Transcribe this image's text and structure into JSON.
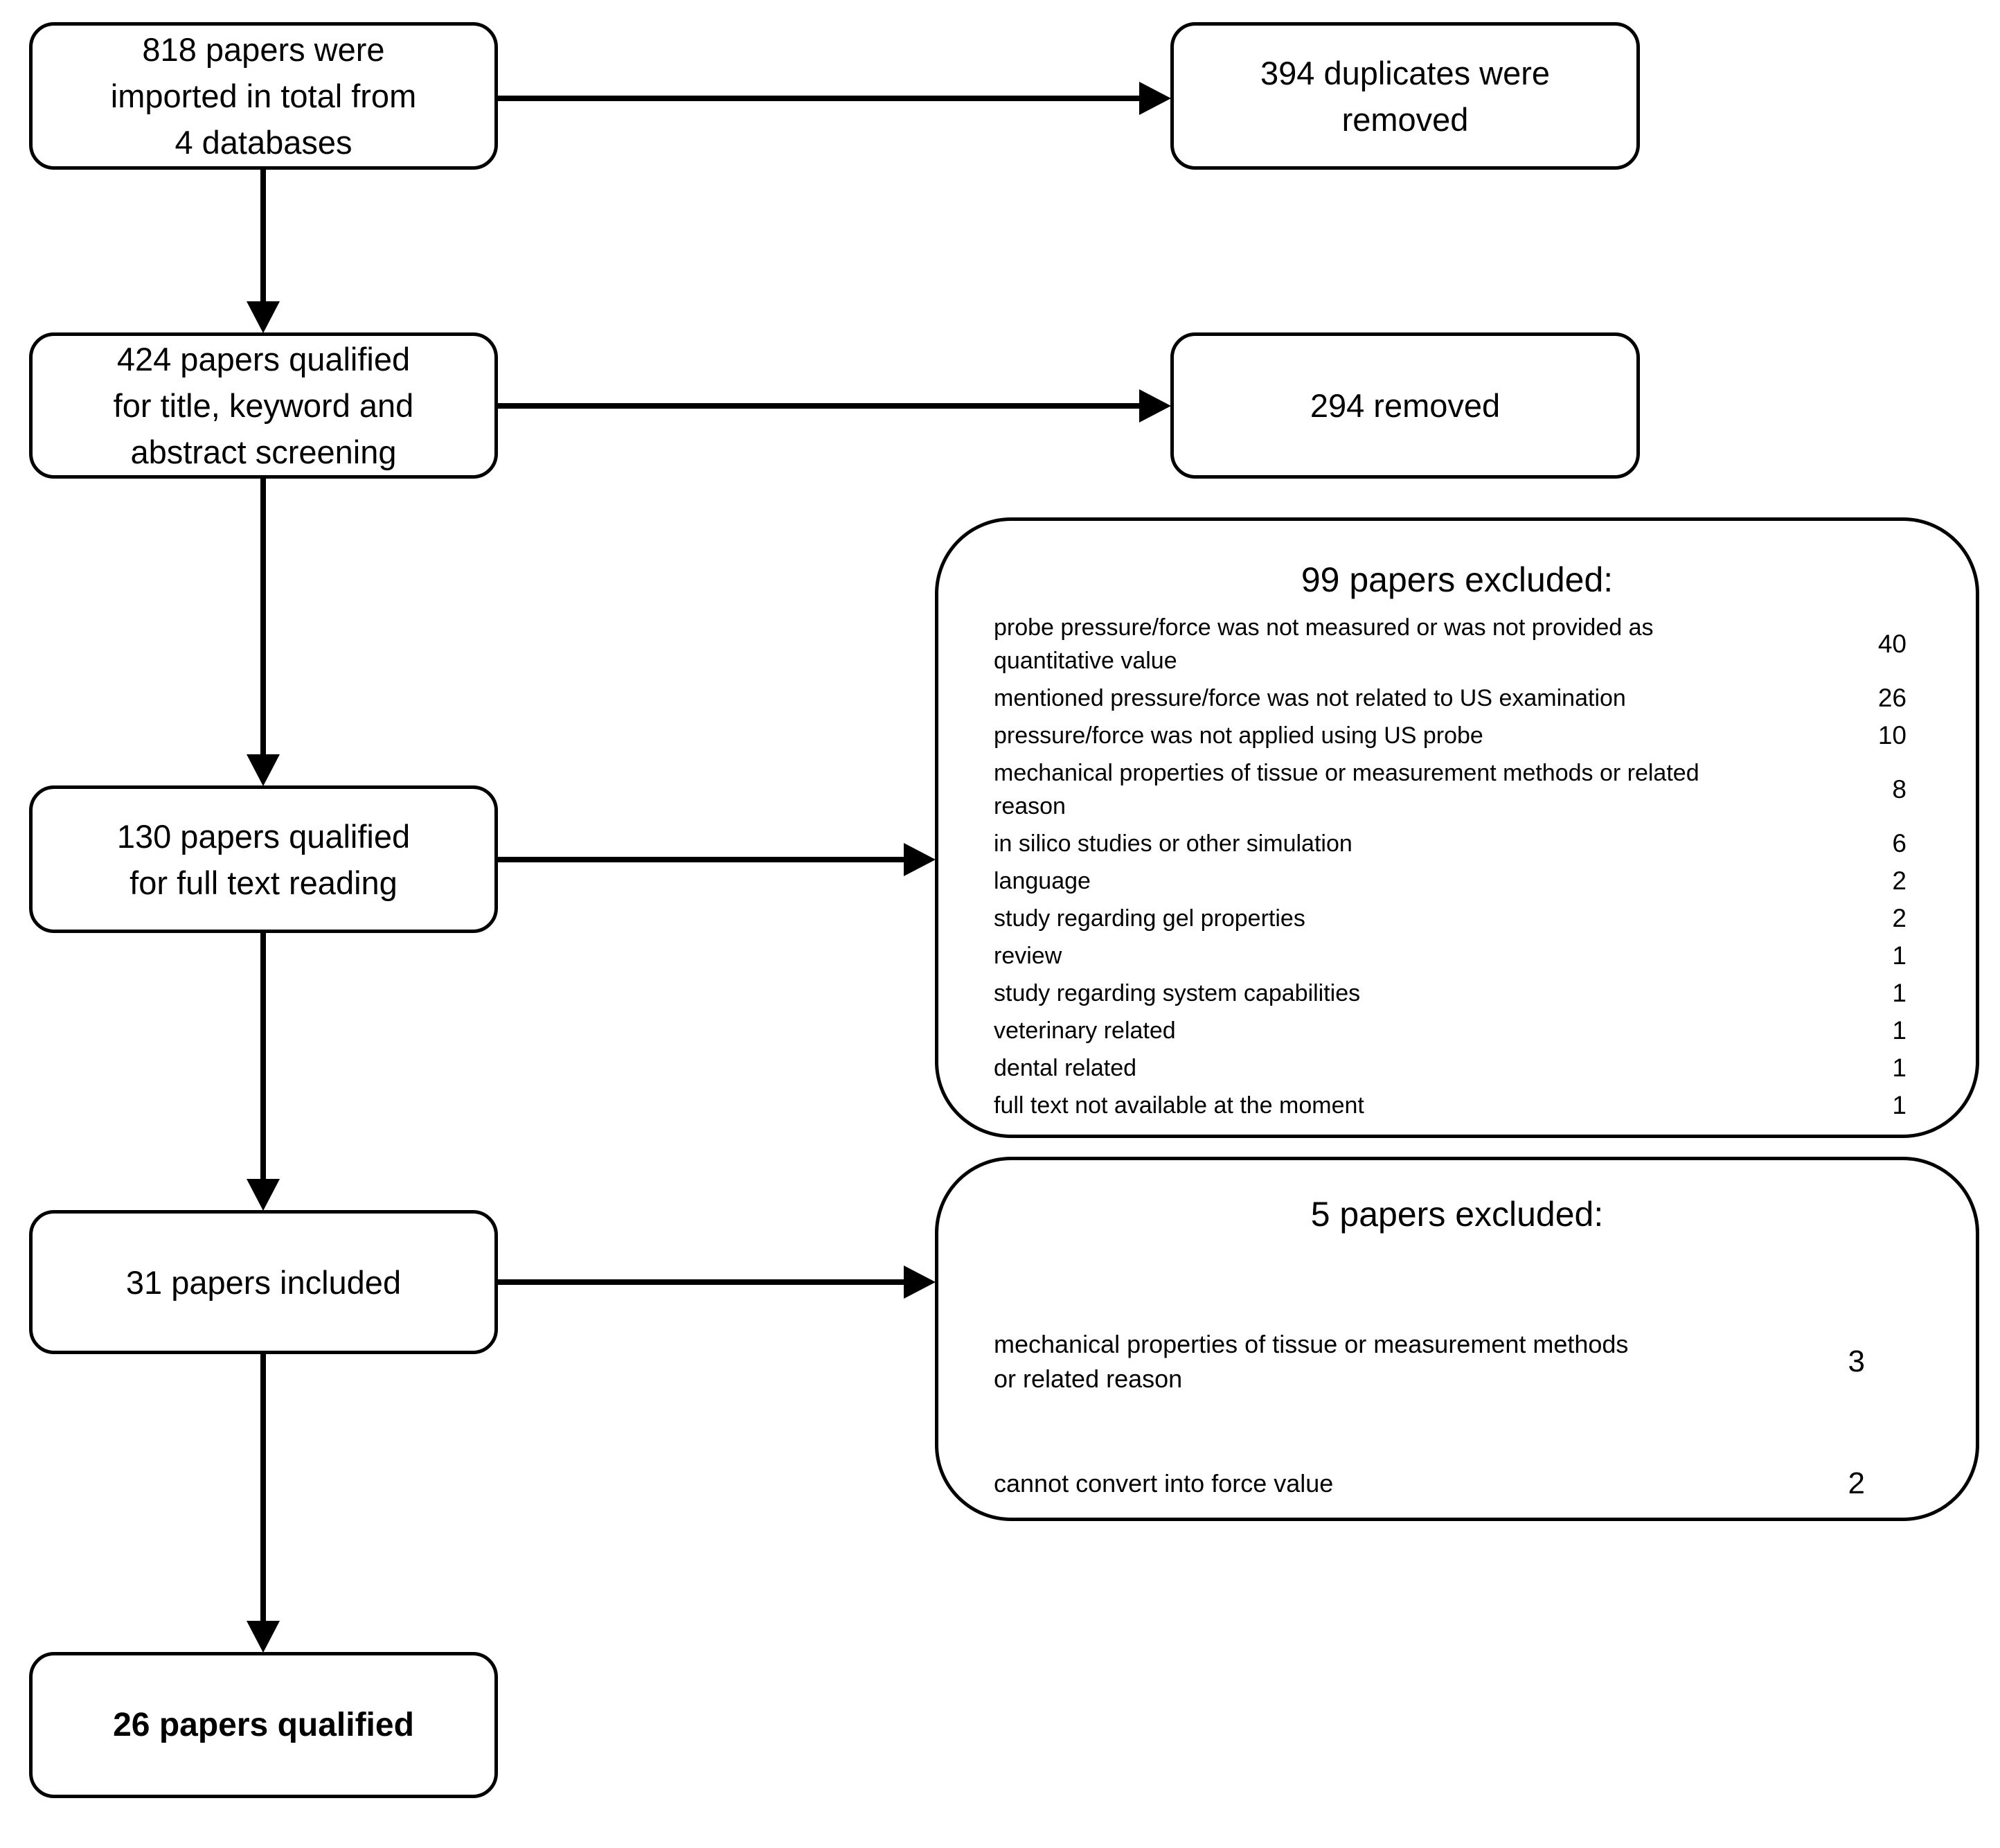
{
  "flowchart": {
    "nodes": {
      "imported": {
        "count": 818,
        "text": "818 papers were\nimported in total from\n4 databases"
      },
      "duplicates": {
        "count": 394,
        "text": "394 duplicates were\nremoved"
      },
      "screening": {
        "count": 424,
        "text": "424 papers qualified\nfor title, keyword and\nabstract screening"
      },
      "removed": {
        "count": 294,
        "text": "294 removed"
      },
      "fulltext": {
        "count": 130,
        "text": "130 papers qualified\nfor full text reading"
      },
      "included": {
        "count": 31,
        "text": "31 papers included"
      },
      "qualified": {
        "count": 26,
        "text": "26 papers qualified"
      },
      "excluded99": {
        "count": 99,
        "title": "99 papers excluded:",
        "items": [
          {
            "label": "probe pressure/force was not measured or was not provided as\nquantitative value",
            "count": "40"
          },
          {
            "label": "mentioned pressure/force was not related to US examination",
            "count": "26"
          },
          {
            "label": "pressure/force was not applied using US probe",
            "count": "10"
          },
          {
            "label": "mechanical properties of tissue or measurement methods or related\nreason",
            "count": "8"
          },
          {
            "label": "in silico studies or other simulation",
            "count": "6"
          },
          {
            "label": "language",
            "count": "2"
          },
          {
            "label": "study regarding gel properties",
            "count": "2"
          },
          {
            "label": "review",
            "count": "1"
          },
          {
            "label": "study regarding system capabilities",
            "count": "1"
          },
          {
            "label": "veterinary related",
            "count": "1"
          },
          {
            "label": "dental related",
            "count": "1"
          },
          {
            "label": "full text not available at the moment",
            "count": "1"
          }
        ]
      },
      "excluded5": {
        "count": 5,
        "title": "5 papers excluded:",
        "items": [
          {
            "label": "mechanical properties of tissue or measurement methods\nor related reason",
            "count": "3"
          },
          {
            "label": "cannot convert into force value",
            "count": "2"
          }
        ]
      }
    },
    "edges": [
      {
        "from": "imported",
        "to": "duplicates"
      },
      {
        "from": "imported",
        "to": "screening"
      },
      {
        "from": "screening",
        "to": "removed"
      },
      {
        "from": "screening",
        "to": "fulltext"
      },
      {
        "from": "fulltext",
        "to": "excluded99"
      },
      {
        "from": "fulltext",
        "to": "included"
      },
      {
        "from": "included",
        "to": "excluded5"
      },
      {
        "from": "included",
        "to": "qualified"
      }
    ],
    "colors": {
      "stroke": "#000000",
      "background": "#ffffff",
      "text": "#000000"
    }
  }
}
